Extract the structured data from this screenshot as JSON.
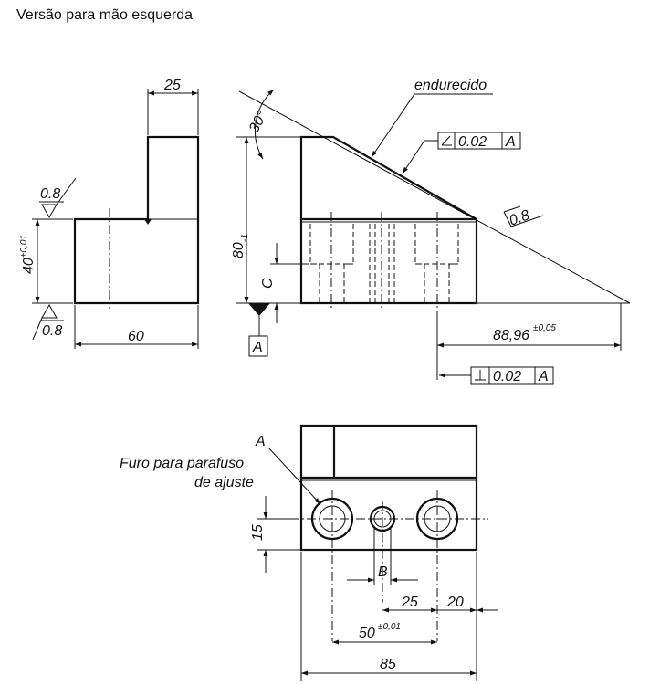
{
  "title": "Versão para mão esquerda",
  "labels": {
    "dim_25_top": "25",
    "dim_40": "40",
    "tol_40": "±0,01",
    "dim_60": "60",
    "rough_left_top": "0.8",
    "rough_left_bottom": "0.8",
    "angle_30": "30°",
    "hardened": "endurecido",
    "gdt_angularity_tol": "0.02",
    "gdt_angularity_datum": "A",
    "rough_slope": "0.8",
    "dim_80": "80",
    "tol_80": "-1",
    "dim_c": "C",
    "datum_a": "A",
    "dim_8896": "88,96",
    "tol_8896": "±0,05",
    "gdt_perp_tol": "0.02",
    "gdt_perp_datum": "A",
    "label_a_bottom": "A",
    "hole_note_line1": "Furo para parafuso",
    "hole_note_line2": "de ajuste",
    "dim_15": "15",
    "dim_b": "B",
    "dim_25_bottom": "25",
    "dim_20": "20",
    "dim_50": "50",
    "tol_50": "±0,01",
    "dim_85": "85"
  },
  "icons": {
    "angularity": "angularity-symbol",
    "perpendicularity": "perpendicularity-symbol",
    "datum": "datum-triangle"
  }
}
